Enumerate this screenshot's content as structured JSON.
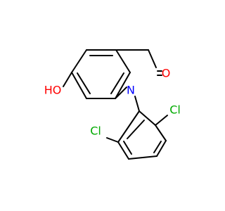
{
  "molecule": {
    "atom_labels": {
      "oxygen_carbonyl": "O",
      "oxygen_hydroxyl": "HO",
      "nitrogen": "N",
      "chlorine_upper": "Cl",
      "chlorine_lower": "Cl"
    },
    "colors": {
      "bond": "#000000",
      "oxygen": "#ff0000",
      "nitrogen": "#0000ff",
      "chlorine": "#00aa00"
    }
  }
}
